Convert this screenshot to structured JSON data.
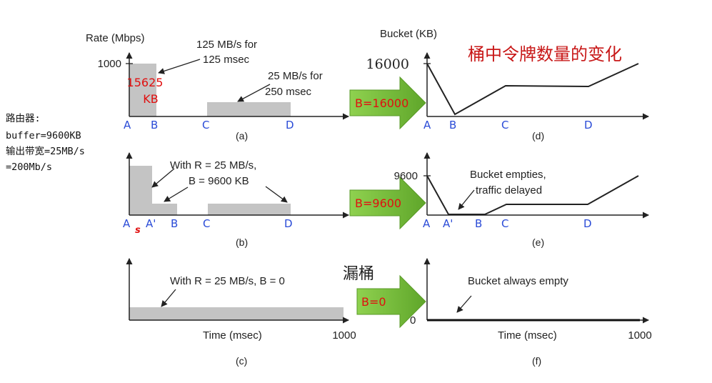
{
  "router_note": [
    "路由器:",
    "buffer=9600KB",
    "输出带宽=25MB/s",
    "=200Mb/s"
  ],
  "title_cn": "桶中令牌数量的变化",
  "leaky_label": "漏桶",
  "left_charts": {
    "y_label": "Rate (Mbps)",
    "y_tick": "1000",
    "x_label": "Time (msec)",
    "x_end": "1000",
    "a": {
      "caption": "(a)",
      "burst_value_top": "15625",
      "burst_value_bottom": "KB",
      "annot1_line1": "125 MB/s for",
      "annot1_line2": "125 msec",
      "annot2_line1": "25 MB/s for",
      "annot2_line2": "250 msec",
      "points": [
        "A",
        "B",
        "C",
        "D"
      ]
    },
    "b": {
      "caption": "(b)",
      "annot_line1": "With R = 25 MB/s,",
      "annot_line2": "B = 9600 KB",
      "points": [
        "A",
        "s",
        "A'",
        "B",
        "C",
        "D"
      ]
    },
    "c": {
      "caption": "(c)",
      "annot": "With R = 25 MB/s, B = 0"
    }
  },
  "right_charts": {
    "y_label": "Bucket (KB)",
    "x_label": "Time (msec)",
    "x_end": "1000",
    "d": {
      "caption": "(d)",
      "y_tick": "16000",
      "points": [
        "A",
        "B",
        "C",
        "D"
      ]
    },
    "e": {
      "caption": "(e)",
      "y_tick": "9600",
      "annot_line1": "Bucket empties,",
      "annot_line2": "traffic delayed",
      "points": [
        "A",
        "A'",
        "B",
        "C",
        "D"
      ]
    },
    "f": {
      "caption": "(f)",
      "y_tick": "0",
      "annot": "Bucket always empty"
    }
  },
  "arrows": [
    "B=16000",
    "B=9600",
    "B=0"
  ],
  "colors": {
    "bar_fill": "#c4c4c4",
    "arrow_green": "#7cc142",
    "red": "#e01010",
    "blue": "#2a4bd7"
  }
}
